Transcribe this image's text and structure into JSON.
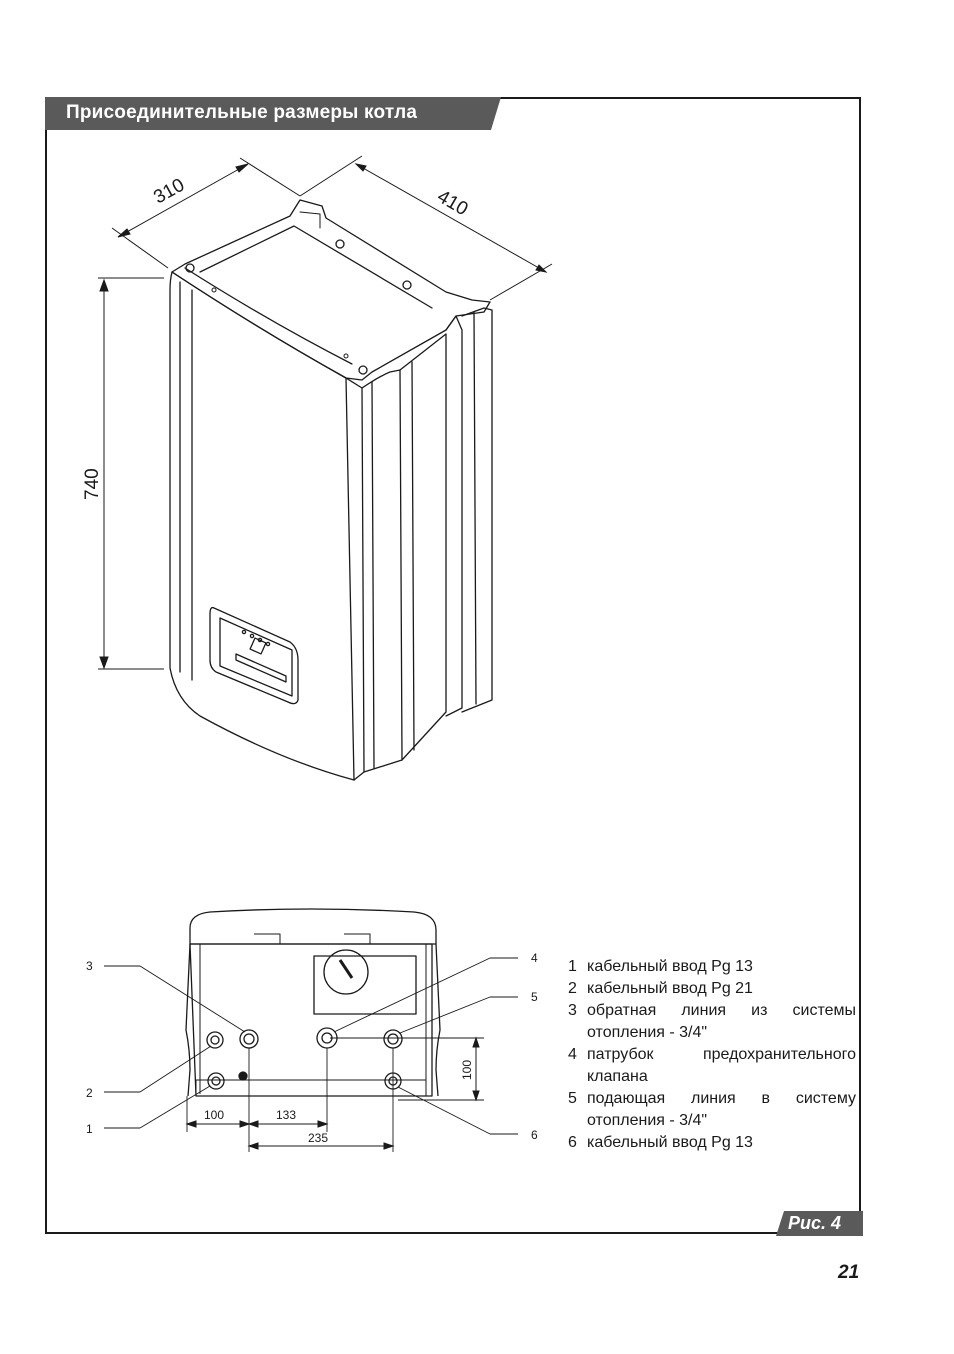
{
  "header": {
    "title": "Присоединительные размеры котла"
  },
  "top_view_dimensions": {
    "depth": "310",
    "width": "410",
    "height": "740"
  },
  "bottom_view": {
    "callouts": [
      "1",
      "2",
      "3",
      "4",
      "5",
      "6"
    ],
    "dimensions": {
      "d100_left": "100",
      "d133": "133",
      "d235": "235",
      "d100_right": "100"
    }
  },
  "legend": [
    {
      "num": "1",
      "text": "кабельный ввод Pg 13"
    },
    {
      "num": "2",
      "text": "кабельный ввод Pg 21"
    },
    {
      "num": "3",
      "text": "обратная линия из системы отопления - 3/4\""
    },
    {
      "num": "4",
      "text": "патрубок предохранительного клапана"
    },
    {
      "num": "5",
      "text": "подающая линия в систему отопления - 3/4\""
    },
    {
      "num": "6",
      "text": "кабельный ввод Pg 13"
    }
  ],
  "figure_label": "Рис. 4",
  "page_number": "21",
  "colors": {
    "tab_fill": "#5a5a5a",
    "ink": "#1a1a1a"
  }
}
